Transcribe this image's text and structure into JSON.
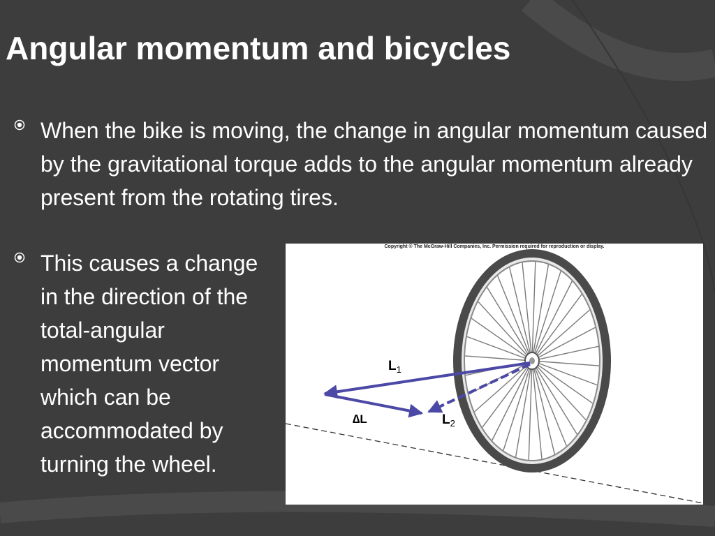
{
  "slide": {
    "title": "Angular momentum and bicycles",
    "bullets": [
      "When the bike is moving, the change in angular momentum caused by the gravitational torque adds to the angular momentum already present from the rotating tires.",
      "This causes a change in the direction of the total-angular momentum vector which can be accommodated by turning the wheel."
    ]
  },
  "figure": {
    "copyright": "Copyright © The McGraw-Hill Companies, Inc. Permission required for reproduction or display.",
    "labels": {
      "l1": "L",
      "l1_sub": "1",
      "delta_l": "∆L",
      "l2": "L",
      "l2_sub": "2"
    },
    "colors": {
      "vector": "#4b48a6",
      "tire": "#4a4a4a",
      "spoke": "#7a7a7a"
    }
  },
  "theme": {
    "background": "#3d3d3d",
    "text": "#ffffff"
  }
}
